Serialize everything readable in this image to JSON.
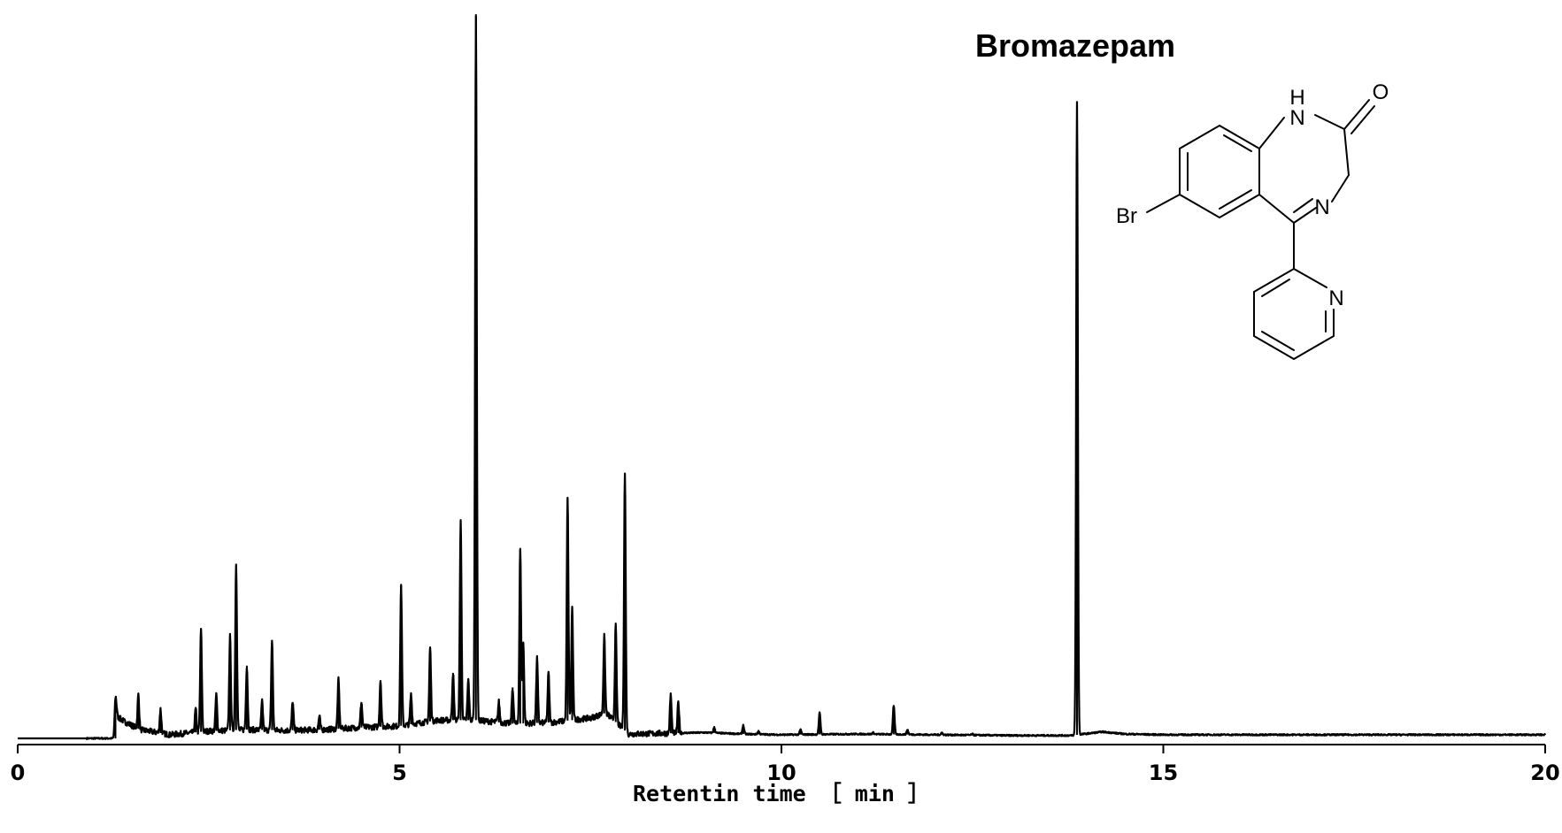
{
  "chart_data": {
    "type": "line",
    "title": "",
    "xlabel": "Retentin time ［ min ］",
    "ylabel": "",
    "xlim": [
      0,
      20
    ],
    "ylim": [
      0,
      1
    ],
    "xticks": [
      0,
      5,
      10,
      15,
      20
    ],
    "grid": false,
    "legend": "none",
    "line_color": "#000000",
    "baseline": [
      [
        0,
        0.0
      ],
      [
        0.85,
        0.0
      ],
      [
        1.28,
        0.0
      ],
      [
        1.3,
        0.03
      ],
      [
        1.4,
        0.023
      ],
      [
        1.6,
        0.012
      ],
      [
        2.0,
        0.005
      ],
      [
        2.5,
        0.01
      ],
      [
        3.0,
        0.012
      ],
      [
        3.5,
        0.011
      ],
      [
        4.0,
        0.012
      ],
      [
        4.5,
        0.015
      ],
      [
        5.0,
        0.017
      ],
      [
        5.5,
        0.025
      ],
      [
        6.0,
        0.025
      ],
      [
        6.5,
        0.02
      ],
      [
        7.0,
        0.022
      ],
      [
        7.5,
        0.028
      ],
      [
        7.7,
        0.035
      ],
      [
        8.0,
        0.006
      ],
      [
        8.5,
        0.007
      ],
      [
        9.0,
        0.008
      ],
      [
        9.5,
        0.006
      ],
      [
        10.0,
        0.005
      ],
      [
        11.0,
        0.006
      ],
      [
        12.0,
        0.005
      ],
      [
        13.0,
        0.004
      ],
      [
        13.8,
        0.004
      ],
      [
        14.2,
        0.009
      ],
      [
        14.5,
        0.006
      ],
      [
        15.0,
        0.005
      ],
      [
        20.0,
        0.005
      ]
    ],
    "peaks": [
      {
        "x": 1.28,
        "y": 0.055
      },
      {
        "x": 1.58,
        "y": 0.06
      },
      {
        "x": 1.87,
        "y": 0.04
      },
      {
        "x": 2.33,
        "y": 0.04
      },
      {
        "x": 2.4,
        "y": 0.15
      },
      {
        "x": 2.6,
        "y": 0.06
      },
      {
        "x": 2.78,
        "y": 0.14
      },
      {
        "x": 2.86,
        "y": 0.24
      },
      {
        "x": 3.0,
        "y": 0.1
      },
      {
        "x": 3.2,
        "y": 0.05
      },
      {
        "x": 3.33,
        "y": 0.135
      },
      {
        "x": 3.6,
        "y": 0.05
      },
      {
        "x": 3.95,
        "y": 0.03
      },
      {
        "x": 4.2,
        "y": 0.08
      },
      {
        "x": 4.5,
        "y": 0.05
      },
      {
        "x": 4.75,
        "y": 0.08
      },
      {
        "x": 5.02,
        "y": 0.21
      },
      {
        "x": 5.15,
        "y": 0.06
      },
      {
        "x": 5.4,
        "y": 0.125
      },
      {
        "x": 5.7,
        "y": 0.09
      },
      {
        "x": 5.8,
        "y": 0.3
      },
      {
        "x": 5.9,
        "y": 0.08
      },
      {
        "x": 6.0,
        "y": 0.995
      },
      {
        "x": 6.3,
        "y": 0.05
      },
      {
        "x": 6.48,
        "y": 0.07
      },
      {
        "x": 6.58,
        "y": 0.26
      },
      {
        "x": 6.62,
        "y": 0.13
      },
      {
        "x": 6.8,
        "y": 0.11
      },
      {
        "x": 6.95,
        "y": 0.09
      },
      {
        "x": 7.2,
        "y": 0.33
      },
      {
        "x": 7.26,
        "y": 0.18
      },
      {
        "x": 7.68,
        "y": 0.14
      },
      {
        "x": 7.83,
        "y": 0.155
      },
      {
        "x": 7.95,
        "y": 0.365
      },
      {
        "x": 8.55,
        "y": 0.06
      },
      {
        "x": 8.65,
        "y": 0.05
      },
      {
        "x": 9.12,
        "y": 0.015
      },
      {
        "x": 9.5,
        "y": 0.018
      },
      {
        "x": 9.7,
        "y": 0.01
      },
      {
        "x": 10.25,
        "y": 0.012
      },
      {
        "x": 10.5,
        "y": 0.035
      },
      {
        "x": 11.2,
        "y": 0.008
      },
      {
        "x": 11.47,
        "y": 0.045
      },
      {
        "x": 11.65,
        "y": 0.012
      },
      {
        "x": 12.1,
        "y": 0.008
      },
      {
        "x": 12.5,
        "y": 0.006
      },
      {
        "x": 13.87,
        "y": 0.875
      }
    ],
    "annotations": [
      {
        "text": "Bromazepam",
        "x": 13.87
      }
    ]
  },
  "structure": {
    "atoms": {
      "nh": "H",
      "n1": "N",
      "o": "O",
      "n4": "N",
      "br": "Br",
      "npy": "N"
    }
  }
}
